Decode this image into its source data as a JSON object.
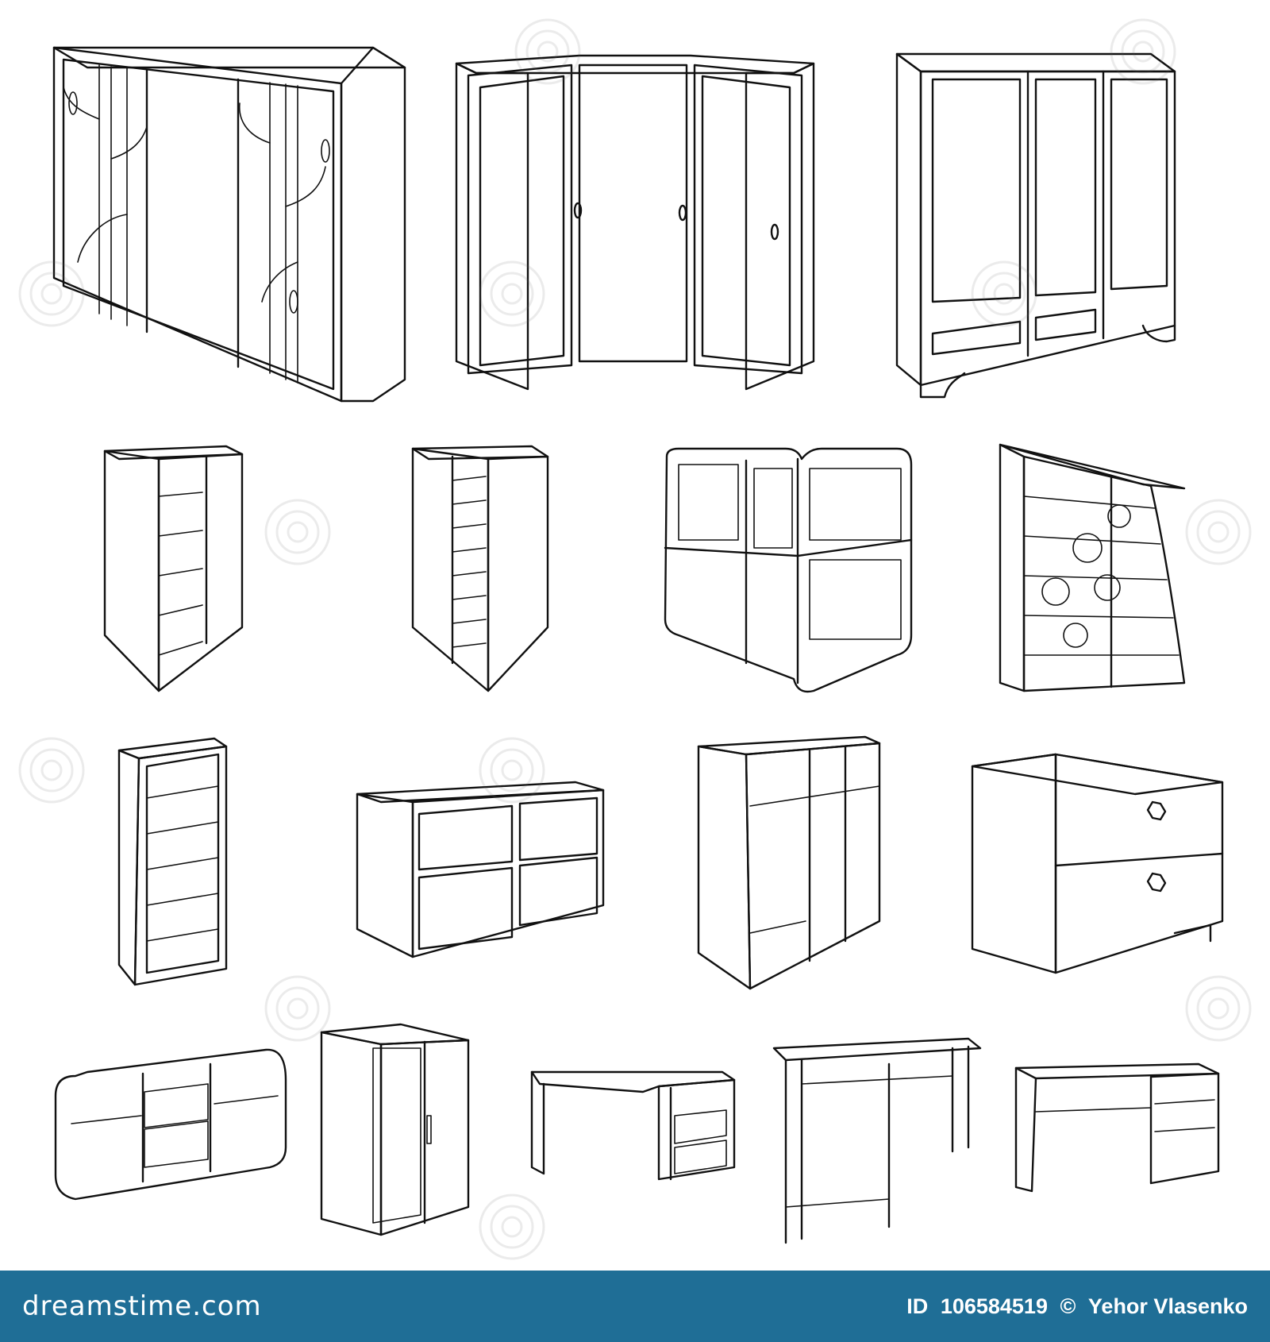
{
  "footer": {
    "brand": "dreamstime.com",
    "id_label": "ID",
    "id_value": "106584519",
    "copyright": "©",
    "author": "Yehor Vlasenko"
  },
  "colors": {
    "footer_bg": "#1f6e96",
    "footer_text": "#ffffff",
    "line_art": "#111111",
    "background": "#ffffff"
  },
  "illustration": {
    "items": [
      "bamboo-sliding-wardrobe",
      "corner-wardrobe",
      "three-door-wardrobe",
      "narrow-shelf-cabinet",
      "tall-shelf-cabinet",
      "rounded-cube-shelf",
      "floral-bookcase",
      "tall-bookcase",
      "low-chest-of-drawers",
      "tall-wardrobe",
      "two-drawer-nightstand",
      "rounded-tv-stand",
      "two-door-wardrobe",
      "corner-desk",
      "console-table",
      "writing-desk"
    ]
  }
}
